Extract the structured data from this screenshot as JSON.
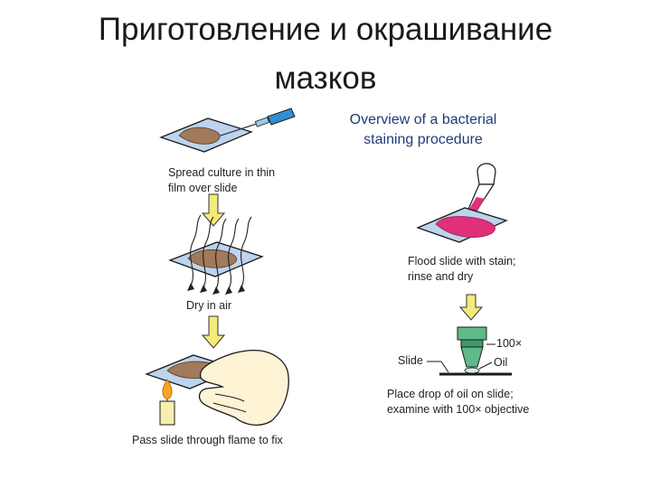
{
  "slide": {
    "title_line1": "Приготовление и окрашивание",
    "title_line2": "мазков"
  },
  "diagram": {
    "heading_line1": "Overview of a bacterial",
    "heading_line2": "staining procedure",
    "steps": {
      "spread_line1": "Spread culture in thin",
      "spread_line2": "film over slide",
      "dry": "Dry in air",
      "flame": "Pass slide through flame to fix",
      "stain_line1": "Flood slide with stain;",
      "stain_line2": "rinse and dry",
      "oil_line1": "Place drop of oil on slide;",
      "oil_line2": "examine with 100× objective"
    },
    "labels": {
      "slide": "Slide",
      "magnification": "100×",
      "oil": "Oil"
    },
    "colors": {
      "arrow_fill": "#f3ea7a",
      "slide_fill": "#bcd4ee",
      "culture": "#a07a5a",
      "stain": "#e0307a",
      "objective": "#5fb98a",
      "pipette": "#2f8fd0",
      "heading": "#1f3c78"
    }
  }
}
